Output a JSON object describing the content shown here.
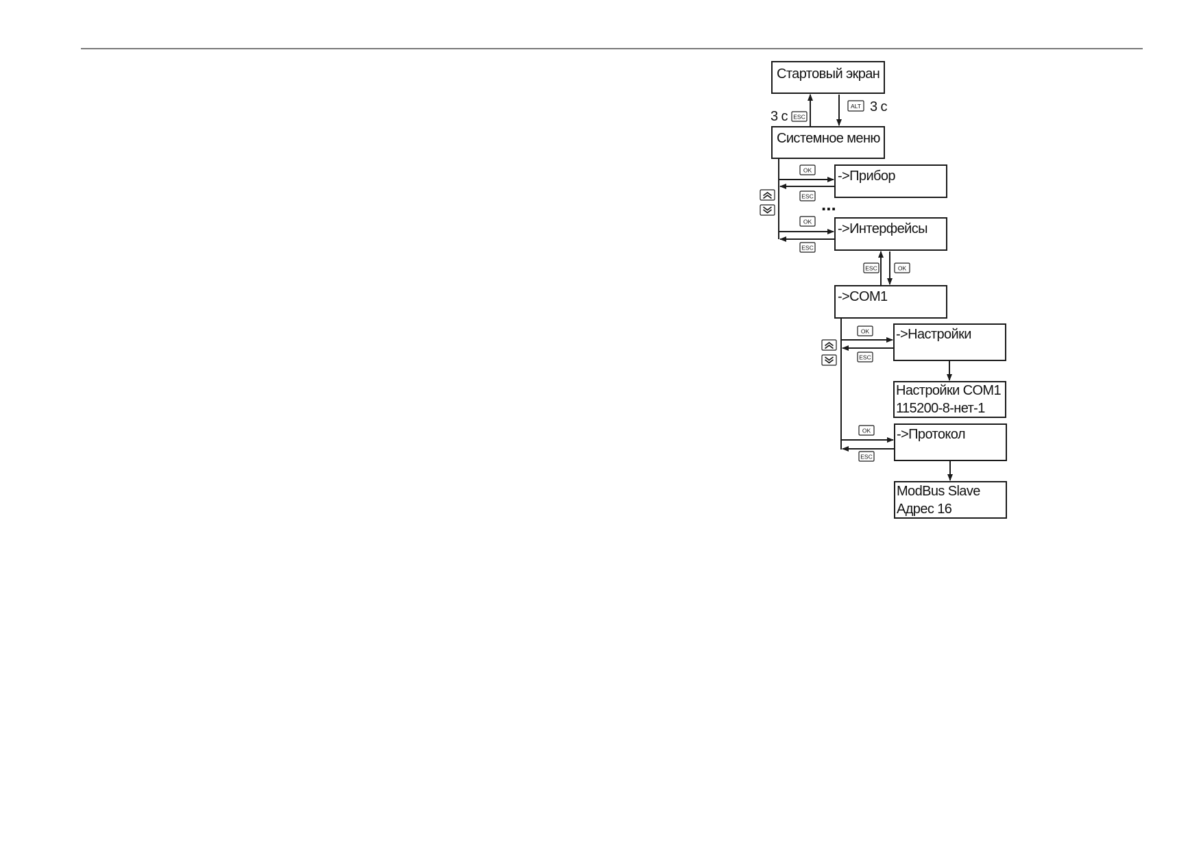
{
  "menu": {
    "start_screen": "Стартовый экран",
    "system_menu": "Системное меню",
    "device": "->Прибор",
    "interfaces": "->Интерфейсы",
    "com1": "->COM1",
    "settings": "->Настройки",
    "com1_settings_line1": "Настройки COM1",
    "com1_settings_line2": "115200-8-нет-1",
    "protocol": "->Протокол",
    "protocol_value_line1": "ModBus Slave",
    "protocol_value_line2": "Адрес 16"
  },
  "labels": {
    "hold_time_up": "3 с",
    "hold_time_down": "3 с",
    "ellipsis": "..."
  },
  "keys": {
    "esc": "ESC",
    "ok": "OK",
    "alt": "ALT"
  },
  "icons": {
    "up": "double-chevron-up-icon",
    "down": "double-chevron-down-icon"
  }
}
